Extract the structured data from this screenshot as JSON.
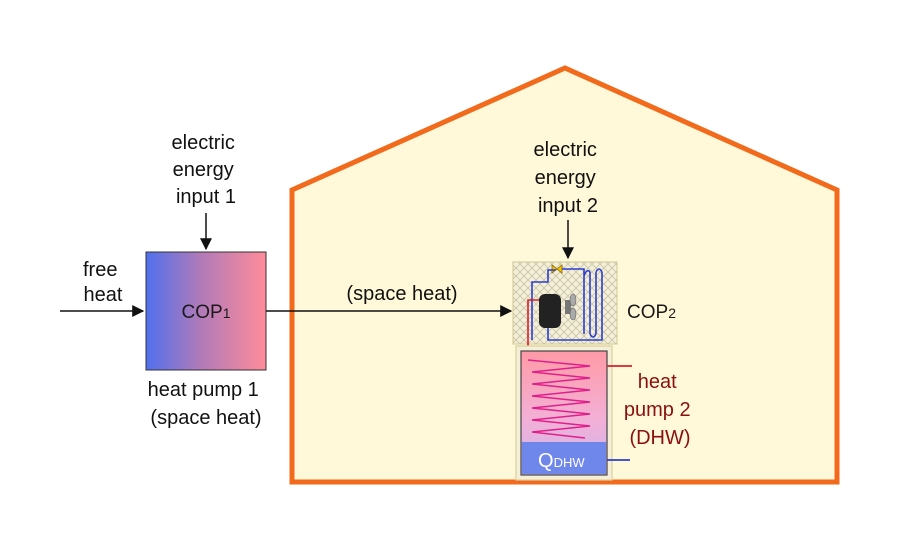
{
  "colors": {
    "house_outline": "#f26a1b",
    "house_fill": "#fff8d9",
    "hp1_gradient_left": "#5070ee",
    "hp1_gradient_right": "#ff8c9a",
    "arrow": "#111111",
    "hot_pipe": "#d81e2a",
    "cold_pipe": "#2b3fd0",
    "tank_coil": "#e0208a",
    "tank_bottom": "#6f86ea"
  },
  "labels": {
    "free_heat_line1": "free",
    "free_heat_line2": "heat",
    "electric1_line1": "electric",
    "electric1_line2": "energy",
    "electric1_line3": "input 1",
    "cop1_main": "COP",
    "cop1_sub": "1",
    "hp1_line1": "heat pump 1",
    "hp1_line2": "(space heat)",
    "space_heat": "(space heat)",
    "electric2_line1": "electric",
    "electric2_line2": "energy",
    "electric2_line3": "input 2",
    "cop2_main": "COP",
    "cop2_sub": "2",
    "hp2_line1": "heat",
    "hp2_line2": "pump 2",
    "hp2_line3": "(DHW)",
    "qdhw_main": "Q",
    "qdhw_sub": "DHW"
  }
}
